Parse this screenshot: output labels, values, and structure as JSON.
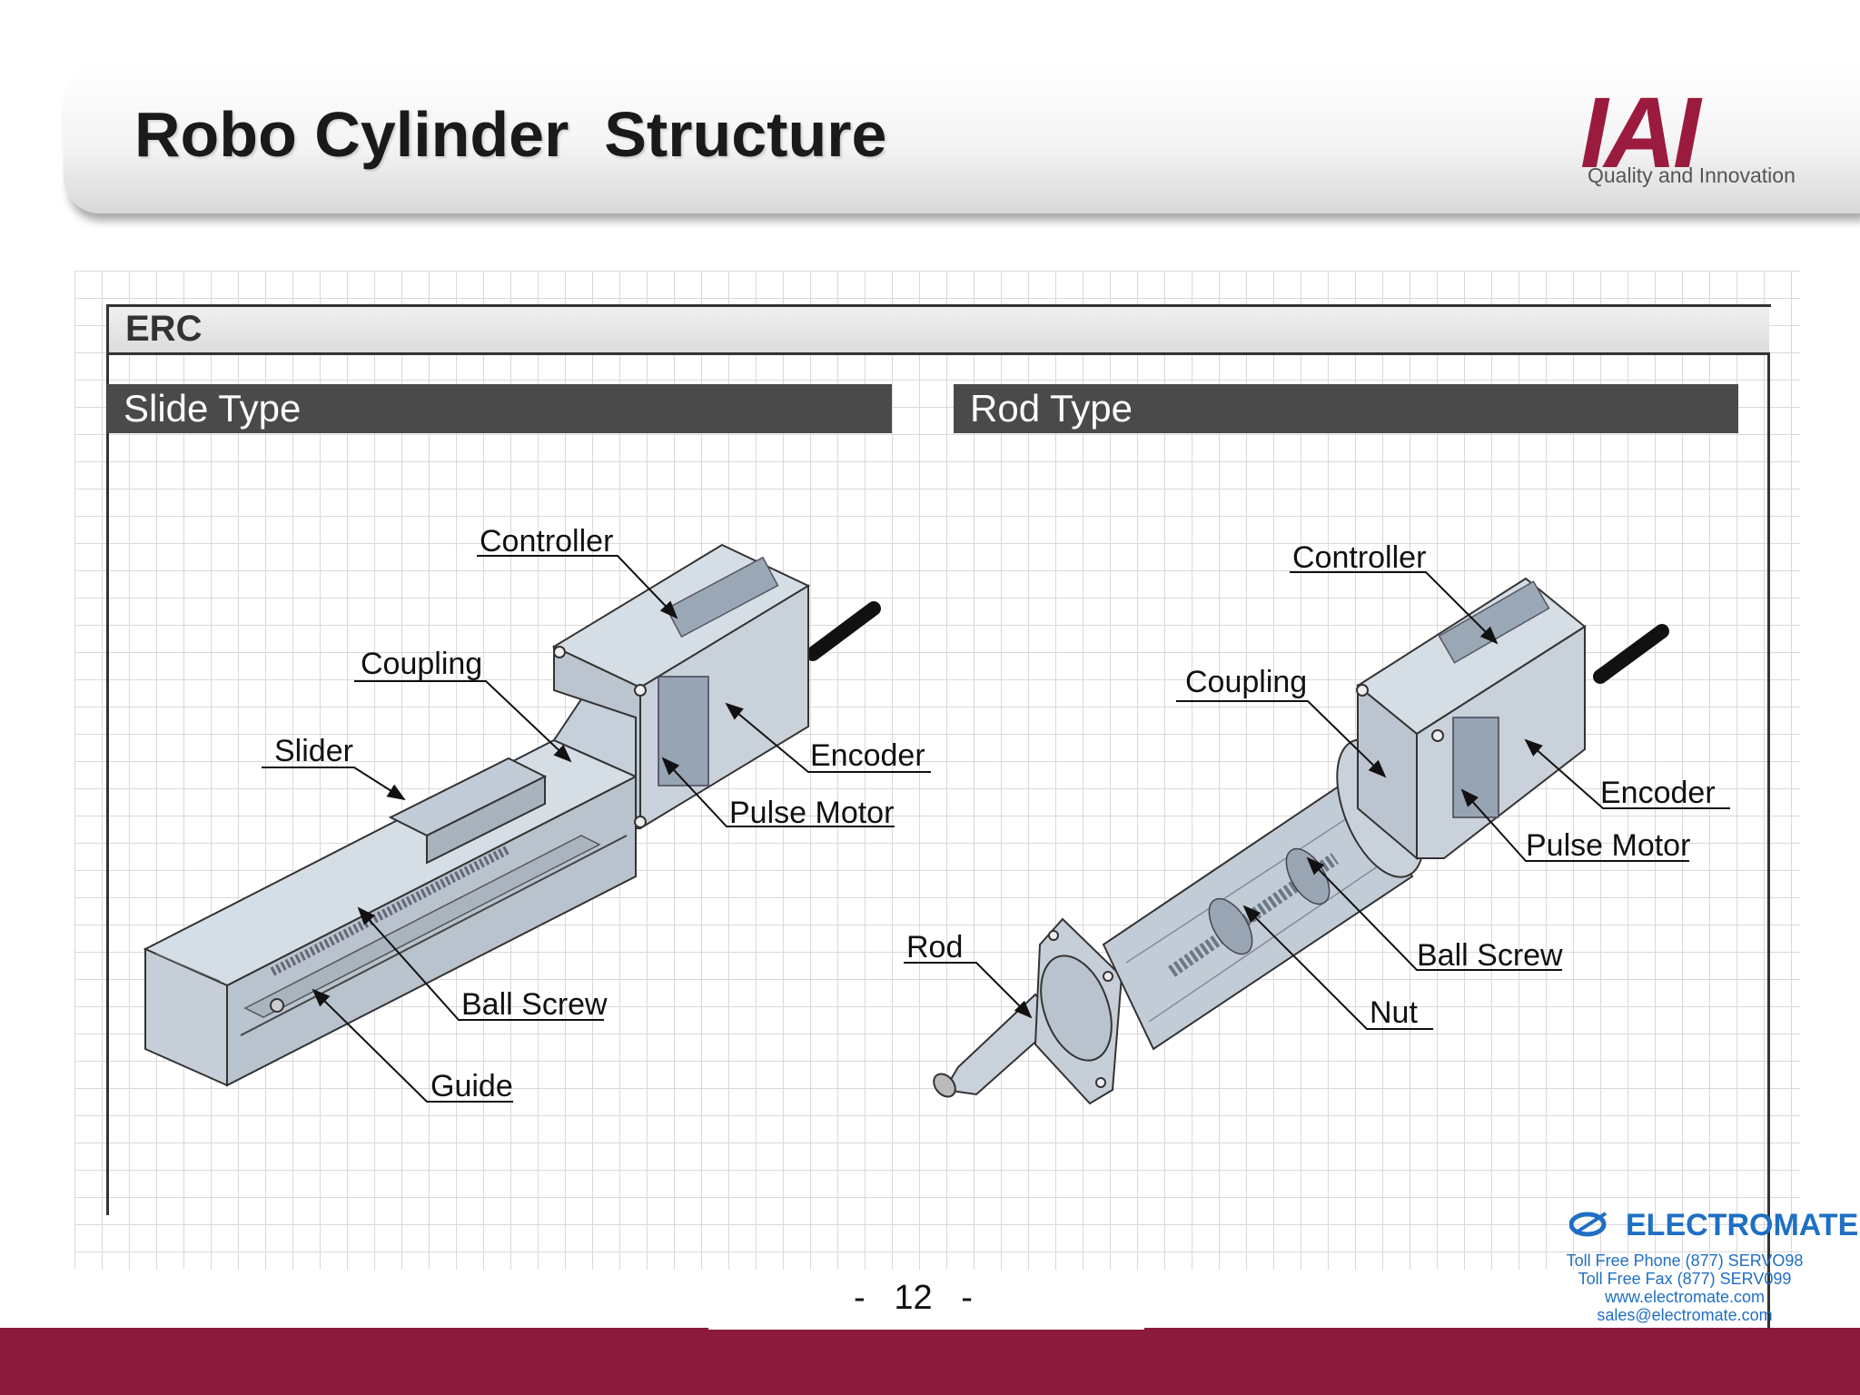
{
  "header": {
    "title": "Robo Cylinder  Structure",
    "logo": "IAI",
    "tagline": "Quality and Innovation"
  },
  "section": {
    "label": "ERC"
  },
  "panels": {
    "slide": {
      "title": "Slide Type",
      "labels": {
        "controller": "Controller",
        "coupling": "Coupling",
        "slider": "Slider",
        "encoder": "Encoder",
        "pulse_motor": "Pulse Motor",
        "ball_screw": "Ball Screw",
        "guide": "Guide"
      }
    },
    "rod": {
      "title": "Rod Type",
      "labels": {
        "controller": "Controller",
        "coupling": "Coupling",
        "encoder": "Encoder",
        "pulse_motor": "Pulse Motor",
        "rod": "Rod",
        "ball_screw": "Ball Screw",
        "nut": "Nut"
      }
    }
  },
  "footer": {
    "page_number": "-   12   -",
    "brand": "ELECTROMATE",
    "phone": "Toll Free Phone  (877) SERVO98",
    "fax": "Toll Free Fax  (877) SERV099",
    "website": "www.electromate.com",
    "email": "sales@electromate.com"
  },
  "colors": {
    "accent": "#8b1a3c",
    "logo": "#9b1b3f",
    "brand_blue": "#1f6fc4",
    "panel_header": "#4a4a4a"
  }
}
